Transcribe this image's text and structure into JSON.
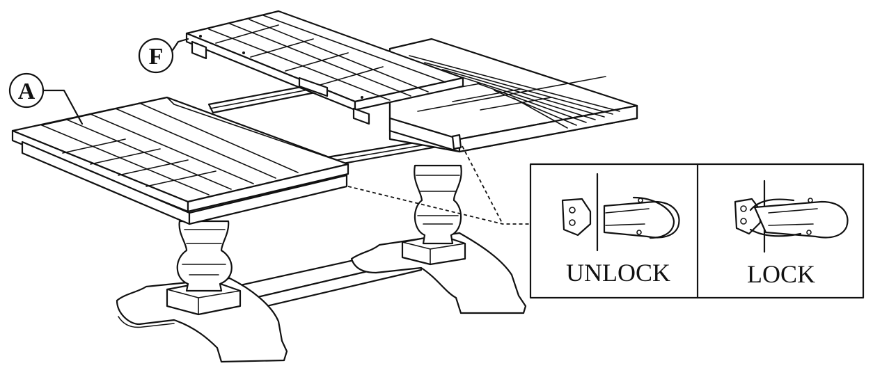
{
  "callouts": {
    "part_a": "A",
    "part_f": "F"
  },
  "inset": {
    "unlock_label": "UNLOCK",
    "lock_label": "LOCK"
  }
}
